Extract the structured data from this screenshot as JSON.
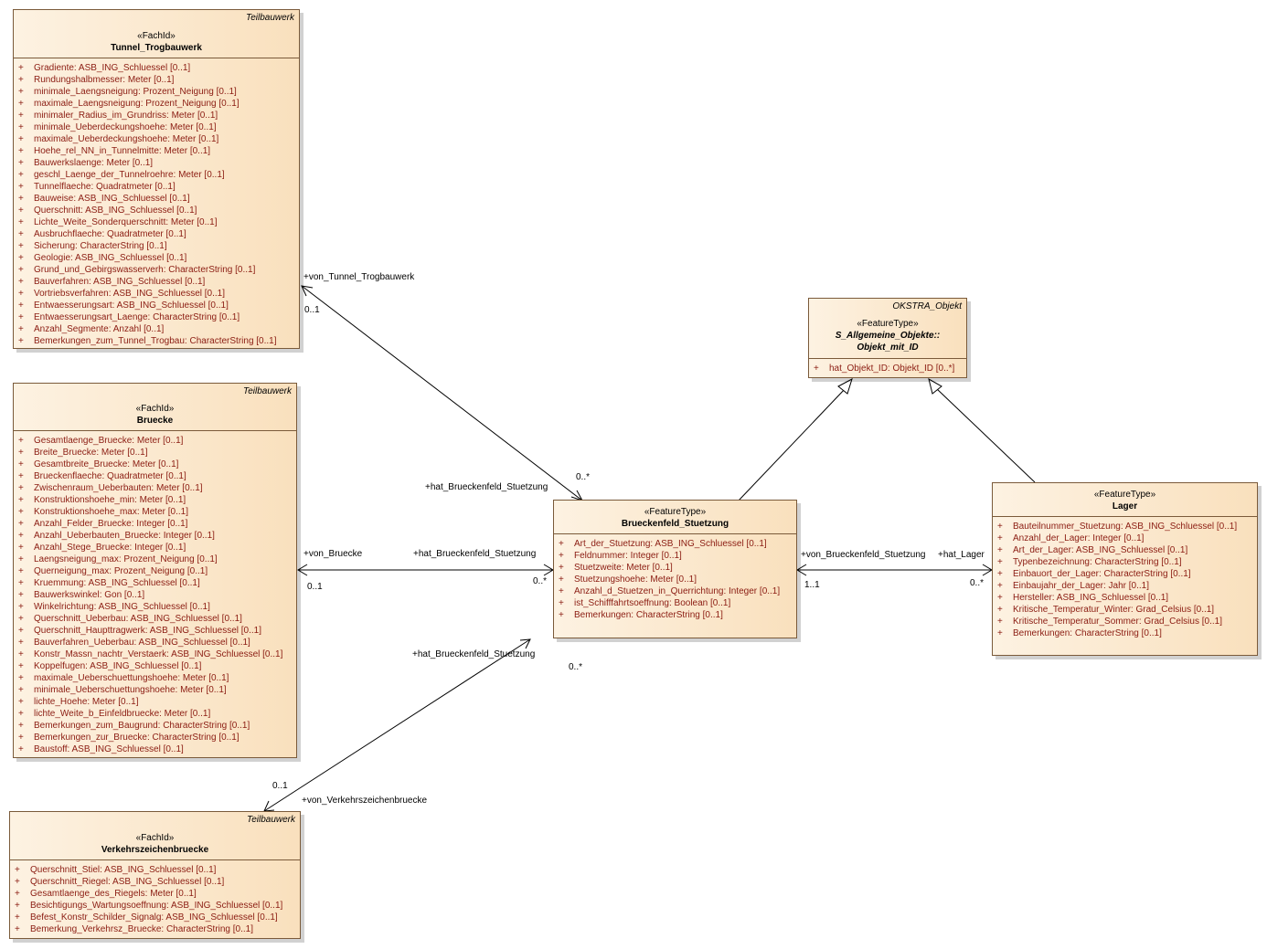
{
  "classes": {
    "tunnel": {
      "tag": "Teilbauwerk",
      "stereotype": "«FachId»",
      "name": "Tunnel_Trogbauwerk",
      "attributes": [
        {
          "vis": "+",
          "text": "Gradiente: ASB_ING_Schluessel [0..1]"
        },
        {
          "vis": "+",
          "text": "Rundungshalbmesser: Meter [0..1]"
        },
        {
          "vis": "+",
          "text": "minimale_Laengsneigung: Prozent_Neigung [0..1]"
        },
        {
          "vis": "+",
          "text": "maximale_Laengsneigung: Prozent_Neigung [0..1]"
        },
        {
          "vis": "+",
          "text": "minimaler_Radius_im_Grundriss: Meter [0..1]"
        },
        {
          "vis": "+",
          "text": "minimale_Ueberdeckungshoehe: Meter [0..1]"
        },
        {
          "vis": "+",
          "text": "maximale_Ueberdeckungshoehe: Meter [0..1]"
        },
        {
          "vis": "+",
          "text": "Hoehe_rel_NN_in_Tunnelmitte: Meter [0..1]"
        },
        {
          "vis": "+",
          "text": "Bauwerkslaenge: Meter [0..1]"
        },
        {
          "vis": "+",
          "text": "geschl_Laenge_der_Tunnelroehre: Meter [0..1]"
        },
        {
          "vis": "+",
          "text": "Tunnelflaeche: Quadratmeter [0..1]"
        },
        {
          "vis": "+",
          "text": "Bauweise: ASB_ING_Schluessel [0..1]"
        },
        {
          "vis": "+",
          "text": "Querschnitt: ASB_ING_Schluessel [0..1]"
        },
        {
          "vis": "+",
          "text": "Lichte_Weite_Sonderquerschnitt: Meter [0..1]"
        },
        {
          "vis": "+",
          "text": "Ausbruchflaeche: Quadratmeter [0..1]"
        },
        {
          "vis": "+",
          "text": "Sicherung: CharacterString [0..1]"
        },
        {
          "vis": "+",
          "text": "Geologie: ASB_ING_Schluessel [0..1]"
        },
        {
          "vis": "+",
          "text": "Grund_und_Gebirgswasserverh: CharacterString [0..1]"
        },
        {
          "vis": "+",
          "text": "Bauverfahren: ASB_ING_Schluessel [0..1]"
        },
        {
          "vis": "+",
          "text": "Vortriebsverfahren: ASB_ING_Schluessel [0..1]"
        },
        {
          "vis": "+",
          "text": "Entwaesserungsart: ASB_ING_Schluessel [0..1]"
        },
        {
          "vis": "+",
          "text": "Entwaesserungsart_Laenge: CharacterString [0..1]"
        },
        {
          "vis": "+",
          "text": "Anzahl_Segmente: Anzahl [0..1]"
        },
        {
          "vis": "+",
          "text": "Bemerkungen_zum_Tunnel_Trogbau: CharacterString [0..1]"
        }
      ]
    },
    "bruecke": {
      "tag": "Teilbauwerk",
      "stereotype": "«FachId»",
      "name": "Bruecke",
      "attributes": [
        {
          "vis": "+",
          "text": "Gesamtlaenge_Bruecke: Meter [0..1]"
        },
        {
          "vis": "+",
          "text": "Breite_Bruecke: Meter [0..1]"
        },
        {
          "vis": "+",
          "text": "Gesamtbreite_Bruecke: Meter [0..1]"
        },
        {
          "vis": "+",
          "text": "Brueckenflaeche: Quadratmeter [0..1]"
        },
        {
          "vis": "+",
          "text": "Zwischenraum_Ueberbauten: Meter [0..1]"
        },
        {
          "vis": "+",
          "text": "Konstruktionshoehe_min: Meter [0..1]"
        },
        {
          "vis": "+",
          "text": "Konstruktionshoehe_max: Meter [0..1]"
        },
        {
          "vis": "+",
          "text": "Anzahl_Felder_Bruecke: Integer [0..1]"
        },
        {
          "vis": "+",
          "text": "Anzahl_Ueberbauten_Bruecke: Integer [0..1]"
        },
        {
          "vis": "+",
          "text": "Anzahl_Stege_Bruecke: Integer [0..1]"
        },
        {
          "vis": "+",
          "text": "Laengsneigung_max: Prozent_Neigung [0..1]"
        },
        {
          "vis": "+",
          "text": "Querneigung_max: Prozent_Neigung [0..1]"
        },
        {
          "vis": "+",
          "text": "Kruemmung: ASB_ING_Schluessel [0..1]"
        },
        {
          "vis": "+",
          "text": "Bauwerkswinkel: Gon [0..1]"
        },
        {
          "vis": "+",
          "text": "Winkelrichtung: ASB_ING_Schluessel [0..1]"
        },
        {
          "vis": "+",
          "text": "Querschnitt_Ueberbau: ASB_ING_Schluessel [0..1]"
        },
        {
          "vis": "+",
          "text": "Querschnitt_Haupttragwerk: ASB_ING_Schluessel [0..1]"
        },
        {
          "vis": "+",
          "text": "Bauverfahren_Ueberbau: ASB_ING_Schluessel [0..1]"
        },
        {
          "vis": "+",
          "text": "Konstr_Massn_nachtr_Verstaerk: ASB_ING_Schluessel [0..1]"
        },
        {
          "vis": "+",
          "text": "Koppelfugen: ASB_ING_Schluessel [0..1]"
        },
        {
          "vis": "+",
          "text": "maximale_Ueberschuettungshoehe: Meter [0..1]"
        },
        {
          "vis": "+",
          "text": "minimale_Ueberschuettungshoehe: Meter [0..1]"
        },
        {
          "vis": "+",
          "text": "lichte_Hoehe: Meter [0..1]"
        },
        {
          "vis": "+",
          "text": "lichte_Weite_b_Einfeldbruecke: Meter [0..1]"
        },
        {
          "vis": "+",
          "text": "Bemerkungen_zum_Baugrund: CharacterString [0..1]"
        },
        {
          "vis": "+",
          "text": "Bemerkungen_zur_Bruecke: CharacterString [0..1]"
        },
        {
          "vis": "+",
          "text": "Baustoff: ASB_ING_Schluessel [0..1]"
        }
      ]
    },
    "verkehrszeichen": {
      "tag": "Teilbauwerk",
      "stereotype": "«FachId»",
      "name": "Verkehrszeichenbruecke",
      "attributes": [
        {
          "vis": "+",
          "text": "Querschnitt_Stiel: ASB_ING_Schluessel [0..1]"
        },
        {
          "vis": "+",
          "text": "Querschnitt_Riegel: ASB_ING_Schluessel [0..1]"
        },
        {
          "vis": "+",
          "text": "Gesamtlaenge_des_Riegels: Meter [0..1]"
        },
        {
          "vis": "+",
          "text": "Besichtigungs_Wartungsoeffnung: ASB_ING_Schluessel [0..1]"
        },
        {
          "vis": "+",
          "text": "Befest_Konstr_Schilder_Signalg: ASB_ING_Schluessel [0..1]"
        },
        {
          "vis": "+",
          "text": "Bemerkung_Verkehrsz_Bruecke: CharacterString [0..1]"
        }
      ]
    },
    "okstra": {
      "tag": "OKSTRA_Objekt",
      "stereotype": "«FeatureType»",
      "name": "S_Allgemeine_Objekte::",
      "name2": "Objekt_mit_ID",
      "attributes": [
        {
          "vis": "+",
          "text": "hat_Objekt_ID: Objekt_ID [0..*]"
        }
      ]
    },
    "brueckenfeld": {
      "tag": "",
      "stereotype": "«FeatureType»",
      "name": "Brueckenfeld_Stuetzung",
      "attributes": [
        {
          "vis": "+",
          "text": "Art_der_Stuetzung: ASB_ING_Schluessel [0..1]"
        },
        {
          "vis": "+",
          "text": "Feldnummer: Integer [0..1]"
        },
        {
          "vis": "+",
          "text": "Stuetzweite: Meter [0..1]"
        },
        {
          "vis": "+",
          "text": "Stuetzungshoehe: Meter [0..1]"
        },
        {
          "vis": "+",
          "text": "Anzahl_d_Stuetzen_in_Querrichtung: Integer [0..1]"
        },
        {
          "vis": "+",
          "text": "ist_Schifffahrtsoeffnung: Boolean [0..1]"
        },
        {
          "vis": "+",
          "text": "Bemerkungen: CharacterString [0..1]"
        }
      ]
    },
    "lager": {
      "tag": "",
      "stereotype": "«FeatureType»",
      "name": "Lager",
      "attributes": [
        {
          "vis": "+",
          "text": "Bauteilnummer_Stuetzung: ASB_ING_Schluessel [0..1]"
        },
        {
          "vis": "+",
          "text": "Anzahl_der_Lager: Integer [0..1]"
        },
        {
          "vis": "+",
          "text": "Art_der_Lager: ASB_ING_Schluessel [0..1]"
        },
        {
          "vis": "+",
          "text": "Typenbezeichnung: CharacterString [0..1]"
        },
        {
          "vis": "+",
          "text": "Einbauort_der_Lager: CharacterString [0..1]"
        },
        {
          "vis": "+",
          "text": "Einbaujahr_der_Lager: Jahr [0..1]"
        },
        {
          "vis": "+",
          "text": "Hersteller: ASB_ING_Schluessel [0..1]"
        },
        {
          "vis": "+",
          "text": "Kritische_Temperatur_Winter: Grad_Celsius [0..1]"
        },
        {
          "vis": "+",
          "text": "Kritische_Temperatur_Sommer: Grad_Celsius [0..1]"
        },
        {
          "vis": "+",
          "text": "Bemerkungen: CharacterString [0..1]"
        }
      ]
    }
  },
  "associations": {
    "tunnel": {
      "role_source": "+von_Tunnel_Trogbauwerk",
      "mult_source": "0..1",
      "role_target": "+hat_Brueckenfeld_Stuetzung",
      "mult_target": "0..*"
    },
    "bruecke": {
      "role_source": "+von_Bruecke",
      "mult_source": "0..1",
      "role_target": "+hat_Brueckenfeld_Stuetzung",
      "mult_target": "0..*"
    },
    "verkehrszeichen": {
      "role_source": "+von_Verkehrszeichenbruecke",
      "mult_source": "0..1",
      "role_target": "+hat_Brueckenfeld_Stuetzung",
      "mult_target": "0..*"
    },
    "lager": {
      "role_source": "+von_Brueckenfeld_Stuetzung",
      "mult_source": "1..1",
      "role_target": "+hat_Lager",
      "mult_target": "0..*"
    }
  },
  "colors": {
    "border": "#7a5a3a",
    "attribute_text": "#8b1c12",
    "box_fill_left": "#fdf2e2",
    "box_fill_right": "#f9e0bd"
  }
}
